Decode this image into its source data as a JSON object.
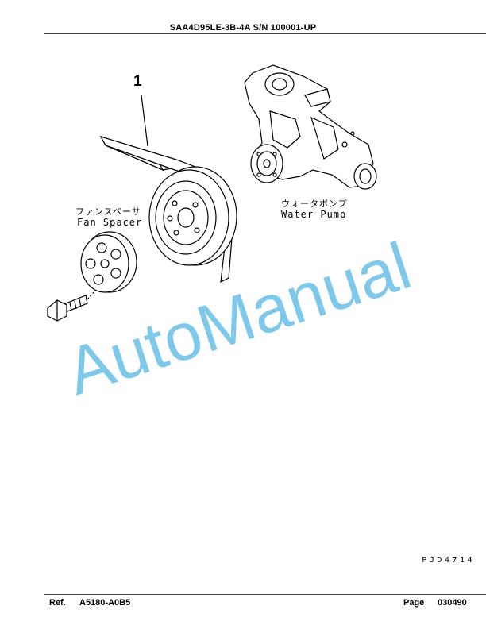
{
  "header": {
    "title": "SAA4D95LE-3B-4A S/N 100001-UP"
  },
  "callout": {
    "part_number": "1"
  },
  "labels": {
    "fan_spacer_jp": "ファンスペーサ",
    "fan_spacer_en": "Fan Spacer",
    "water_pump_jp": "ウォータポンプ",
    "water_pump_en": "Water Pump"
  },
  "drawing_code": "PJD4714",
  "watermark": "AutoManual",
  "footer": {
    "ref_label": "Ref.",
    "ref_value": "A5180-A0B5",
    "page_label": "Page",
    "page_value": "030490"
  },
  "colors": {
    "watermark": "#7ec8ea",
    "line": "#000000"
  }
}
